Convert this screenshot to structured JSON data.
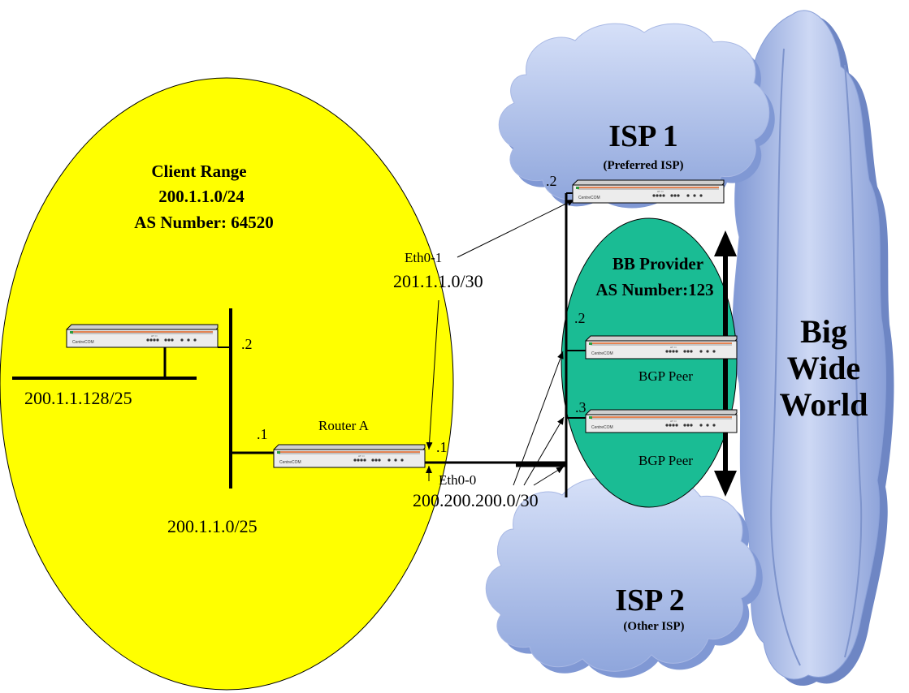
{
  "client_zone": {
    "title": "Client Range",
    "range": "200.1.1.0/24",
    "as_number": "AS Number: 64520"
  },
  "isp1": {
    "name": "ISP 1",
    "subtitle": "(Preferred  ISP)"
  },
  "isp2": {
    "name": "ISP 2",
    "subtitle": "(Other ISP)"
  },
  "bb_provider": {
    "name": "BB Provider",
    "as_number": "AS Number:123"
  },
  "world": {
    "line1": "Big",
    "line2": "Wide",
    "line3": "World"
  },
  "labels": {
    "client_router_addr": ".2",
    "lan_upper": "200.1.1.128/25",
    "lan_lower": "200.1.1.0/25",
    "router_a_name": "Router A",
    "router_a_lan_addr": ".1",
    "router_a_wan_addr": ".1",
    "eth0_1": "Eth0-1",
    "link_isp1": "201.1.1.0/30",
    "eth0_0": "Eth0-0",
    "link_bb": "200.200.200.0/30",
    "isp1_router_addr": ".2",
    "bgp_peer1_addr": ".2",
    "bgp_peer2_addr": ".3",
    "bgp_peer1": "BGP Peer",
    "bgp_peer2": "BGP Peer"
  },
  "router_model": {
    "brand": "CentreCOM",
    "model": "AR300",
    "sub": "Security Router"
  },
  "colors": {
    "client_fill": "#ffff00",
    "bb_fill": "#1abc94",
    "cloud_fill": "#b8c8ee",
    "router_body": "#e6e6e6"
  }
}
